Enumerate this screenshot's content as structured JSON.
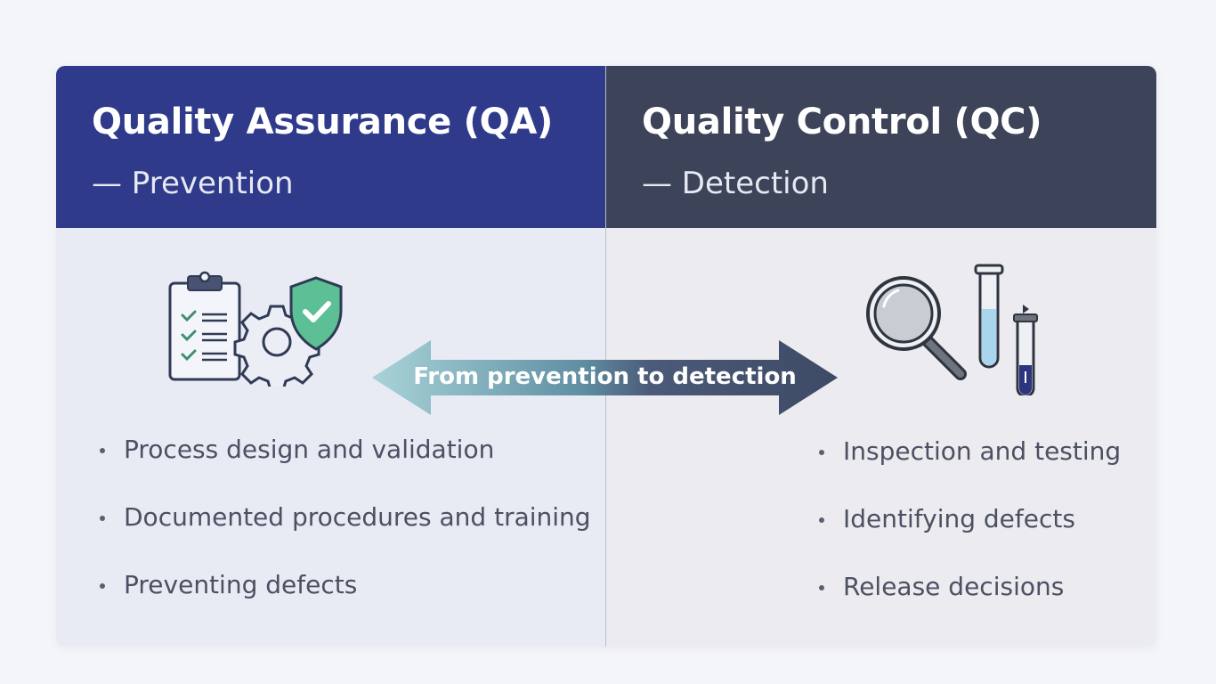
{
  "qa": {
    "title": "Quality Assurance (QA)",
    "subtitle": "— Prevention",
    "header_color": "#2f3a8b",
    "icons": [
      "clipboard-checklist-icon",
      "gear-icon",
      "shield-check-icon"
    ],
    "bullets": [
      "Process design and validation",
      "Documented procedures and training",
      "Preventing defects"
    ]
  },
  "qc": {
    "title": "Quality Control (QC)",
    "subtitle": "— Detection",
    "header_color": "#3d4358",
    "icons": [
      "magnifying-glass-icon",
      "test-tube-icon"
    ],
    "bullets": [
      "Inspection and testing",
      "Identifying defects",
      "Release decisions"
    ]
  },
  "arrow": {
    "label": "From prevention to detection",
    "icon": "double-arrow-icon",
    "gradient": [
      "#a9d3d8",
      "#3e4a66"
    ]
  }
}
